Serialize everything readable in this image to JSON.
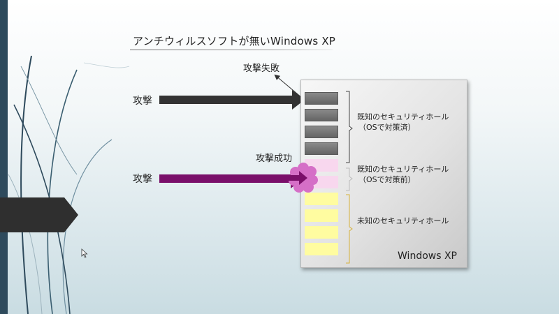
{
  "slide": {
    "title": "アンチウィルスソフトが無いWindows XP"
  },
  "attacks": [
    {
      "label": "攻撃",
      "result": "攻撃失敗",
      "color": "#333333"
    },
    {
      "label": "攻撃",
      "result": "攻撃成功",
      "color": "#7a0f6a"
    }
  ],
  "os_box": {
    "label": "Windows XP"
  },
  "groups": [
    {
      "line1": "既知のセキュリティホール",
      "line2": "（OSで対策済）",
      "block_color": "#6e6e6e",
      "block_count": 4
    },
    {
      "line1": "既知のセキュリティホール",
      "line2": "（OSで対策前）",
      "block_color": "#f8d7ee",
      "block_count": 2
    },
    {
      "line1": "未知のセキュリティホール",
      "line2": "",
      "block_color": "#fffca0",
      "block_count": 4
    }
  ],
  "colors": {
    "left_bar": "#2e4a5c",
    "tab": "#2f2f2f",
    "explosion": "#d56fc7"
  },
  "icons": {
    "cursor": "mouse-pointer-icon"
  }
}
